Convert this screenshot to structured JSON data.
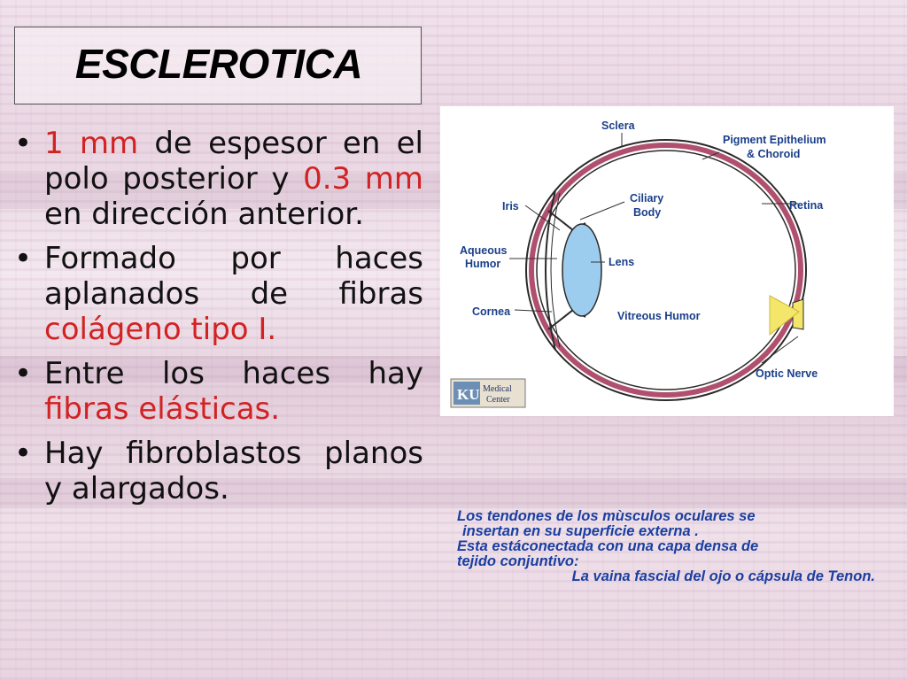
{
  "title": "ESCLEROTICA",
  "bullets": [
    {
      "parts": [
        {
          "t": "1 mm",
          "red": true
        },
        {
          "t": " de espesor en el polo posterior y ",
          "red": false
        },
        {
          "t": "0.3 mm",
          "red": true
        },
        {
          "t": " en dirección anterior.",
          "red": false
        }
      ]
    },
    {
      "parts": [
        {
          "t": "Formado por haces aplanados de fibras ",
          "red": false
        },
        {
          "t": "colágeno tipo I.",
          "red": true
        }
      ]
    },
    {
      "parts": [
        {
          "t": "Entre los haces hay ",
          "red": false
        },
        {
          "t": "fibras elásticas.",
          "red": true
        }
      ]
    },
    {
      "parts": [
        {
          "t": "Hay fibroblastos planos y alargados.",
          "red": false
        }
      ]
    }
  ],
  "diagram": {
    "labels": {
      "sclera": "Sclera",
      "pigment_1": "Pigment Epithelium",
      "pigment_2": "& Choroid",
      "ciliary_1": "Ciliary",
      "ciliary_2": "Body",
      "iris": "Iris",
      "retina": "Retina",
      "aqueous_1": "Aqueous",
      "aqueous_2": "Humor",
      "lens": "Lens",
      "cornea": "Cornea",
      "vitreous": "Vitreous Humor",
      "optic": "Optic Nerve"
    },
    "logo": {
      "ku": "KU",
      "medical": "Medical",
      "center": "Center"
    }
  },
  "caption": {
    "line1": "Los tendones de los mùsculos oculares se",
    "line2": "insertan en su superficie externa .",
    "line3": "Esta estáconectada  con una capa densa de",
    "line4": "tejido conjuntivo:",
    "line5": "La vaina fascial del ojo o cápsula de Tenon."
  },
  "colors": {
    "accent_red": "#d22222",
    "caption_blue": "#1a3fa0",
    "sclera_pink": "#b0506e",
    "lens_blue": "#9ccdee",
    "optic_yellow": "#f3e66a"
  }
}
